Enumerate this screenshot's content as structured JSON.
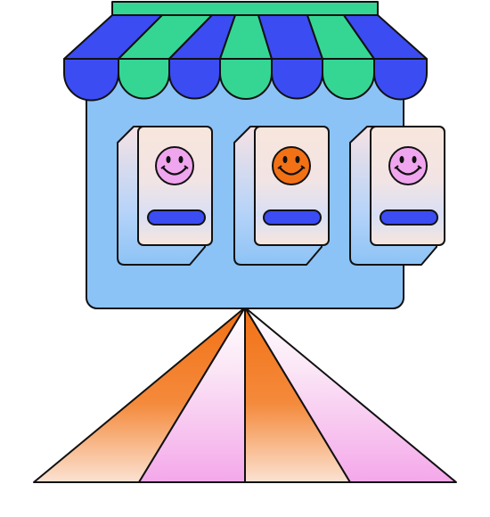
{
  "illustration": {
    "subject": "storefront-with-product-cards",
    "icon_names": [
      "shop-awning-icon",
      "smiley-face-icon",
      "cart-button-icon",
      "light-beam-icon"
    ],
    "colors": {
      "awning_blue": "#3b4cf3",
      "awning_green": "#35d694",
      "store_body": "#8cc3f6",
      "card_face": "#f8e6dc",
      "smiley_pink": "#f0a6ee",
      "smiley_orange": "#f27115",
      "button_blue": "#3b4cf3",
      "beam_orange": "#f27115",
      "beam_pink": "#f4a8ea",
      "outline": "#111111"
    },
    "products": [
      {
        "smiley_color": "pink"
      },
      {
        "smiley_color": "orange"
      },
      {
        "smiley_color": "pink"
      }
    ]
  }
}
